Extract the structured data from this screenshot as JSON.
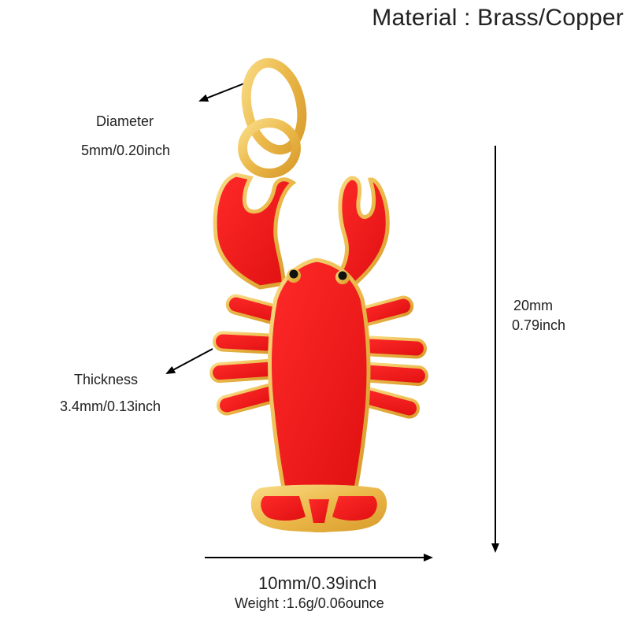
{
  "header": {
    "title": "Material : Brass/Copper"
  },
  "annotations": {
    "diameter": {
      "label": "Diameter",
      "value": "5mm/0.20inch"
    },
    "thickness": {
      "label": "Thickness",
      "value": "3.4mm/0.13inch"
    },
    "height": {
      "mm": "20mm",
      "inch": "0.79inch"
    },
    "width": {
      "value": "10mm/0.39inch"
    },
    "weight": {
      "value": "Weight :1.6g/0.06ounce"
    }
  },
  "product": {
    "name": "lobster-charm",
    "colors": {
      "enamel": "#ee1c1c",
      "gold": "#e9b94a",
      "gold_light": "#f7d57a",
      "eye": "#111111"
    }
  }
}
